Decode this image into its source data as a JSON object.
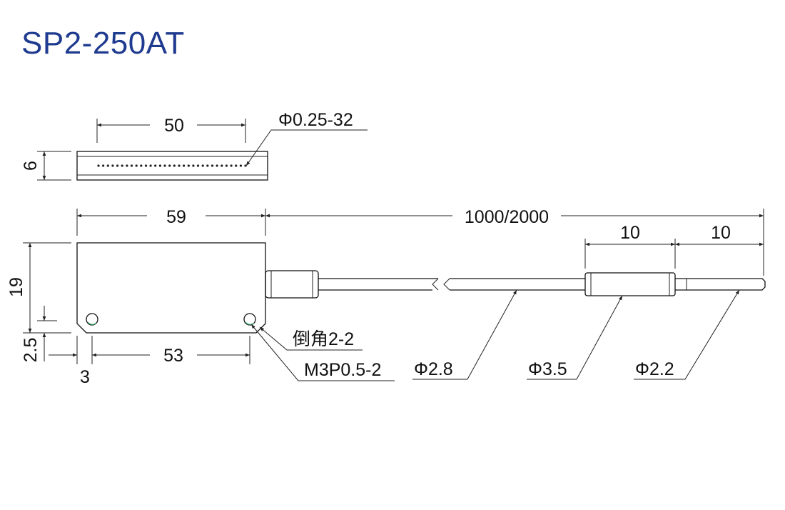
{
  "title": "SP2-250AT",
  "top_view": {
    "width_label": "50",
    "height_label": "6",
    "pins_label": "Φ0.25-32",
    "pin_count": 32
  },
  "front_view": {
    "width_label": "59",
    "height_label": "19",
    "hole_offset_label": "2.5",
    "hole_edge_label": "3",
    "hole_spacing_label": "53",
    "chamfer_label": "倒角2-2",
    "thread_label": "M3P0.5-2"
  },
  "cable": {
    "length_label": "1000/2000",
    "sleeve_length_label": "10",
    "tip_length_label": "10",
    "cable_dia_label": "Φ2.8",
    "sleeve_dia_label": "Φ3.5",
    "tip_dia_label": "Φ2.2"
  }
}
